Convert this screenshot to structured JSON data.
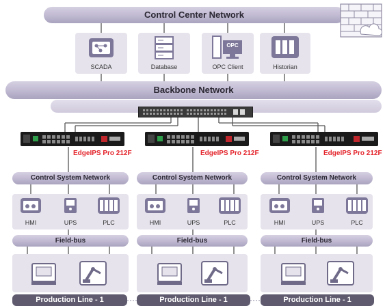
{
  "control_center": {
    "title": "Control Center Network",
    "apps": [
      {
        "label": "SCADA",
        "icon": "scada-icon"
      },
      {
        "label": "Database",
        "icon": "database-icon"
      },
      {
        "label": "OPC Client",
        "icon": "opc-client-icon",
        "icon_text": "OPC"
      },
      {
        "label": "Historian",
        "icon": "historian-icon"
      }
    ],
    "firewall_icon": "firewall-icon"
  },
  "backbone": {
    "title": "Backbone Network",
    "core_switch_icon": "core-switch-icon"
  },
  "cells": [
    {
      "switch_label": "EdgeIPS Pro 212F",
      "control_network": "Control System Network",
      "devices": [
        {
          "label": "HMI",
          "icon": "hmi-icon"
        },
        {
          "label": "UPS",
          "icon": "ups-icon"
        },
        {
          "label": "PLC",
          "icon": "plc-icon"
        }
      ],
      "fieldbus": "Field-bus",
      "machines": [
        {
          "icon": "cnc-machine-icon"
        },
        {
          "icon": "robot-arm-icon"
        }
      ],
      "production_line": "Production Line - 1"
    },
    {
      "switch_label": "EdgeIPS Pro 212F",
      "control_network": "Control System Network",
      "devices": [
        {
          "label": "HMI",
          "icon": "hmi-icon"
        },
        {
          "label": "UPS",
          "icon": "ups-icon"
        },
        {
          "label": "PLC",
          "icon": "plc-icon"
        }
      ],
      "fieldbus": "Field-bus",
      "machines": [
        {
          "icon": "cnc-machine-icon"
        },
        {
          "icon": "robot-arm-icon"
        }
      ],
      "production_line": "Production Line - 1"
    },
    {
      "switch_label": "EdgeIPS Pro 212F",
      "control_network": "Control System Network",
      "devices": [
        {
          "label": "HMI",
          "icon": "hmi-icon"
        },
        {
          "label": "UPS",
          "icon": "ups-icon"
        },
        {
          "label": "PLC",
          "icon": "plc-icon"
        }
      ],
      "fieldbus": "Field-bus",
      "machines": [
        {
          "icon": "cnc-machine-icon"
        },
        {
          "icon": "robot-arm-icon"
        }
      ],
      "production_line": "Production Line - 1"
    }
  ],
  "colors": {
    "pipe": "#bdb6cf",
    "card": "#e6e3ec",
    "icon": "#7d7799",
    "switch_label": "#e3242b",
    "production_banner": "#5f5a6e"
  }
}
